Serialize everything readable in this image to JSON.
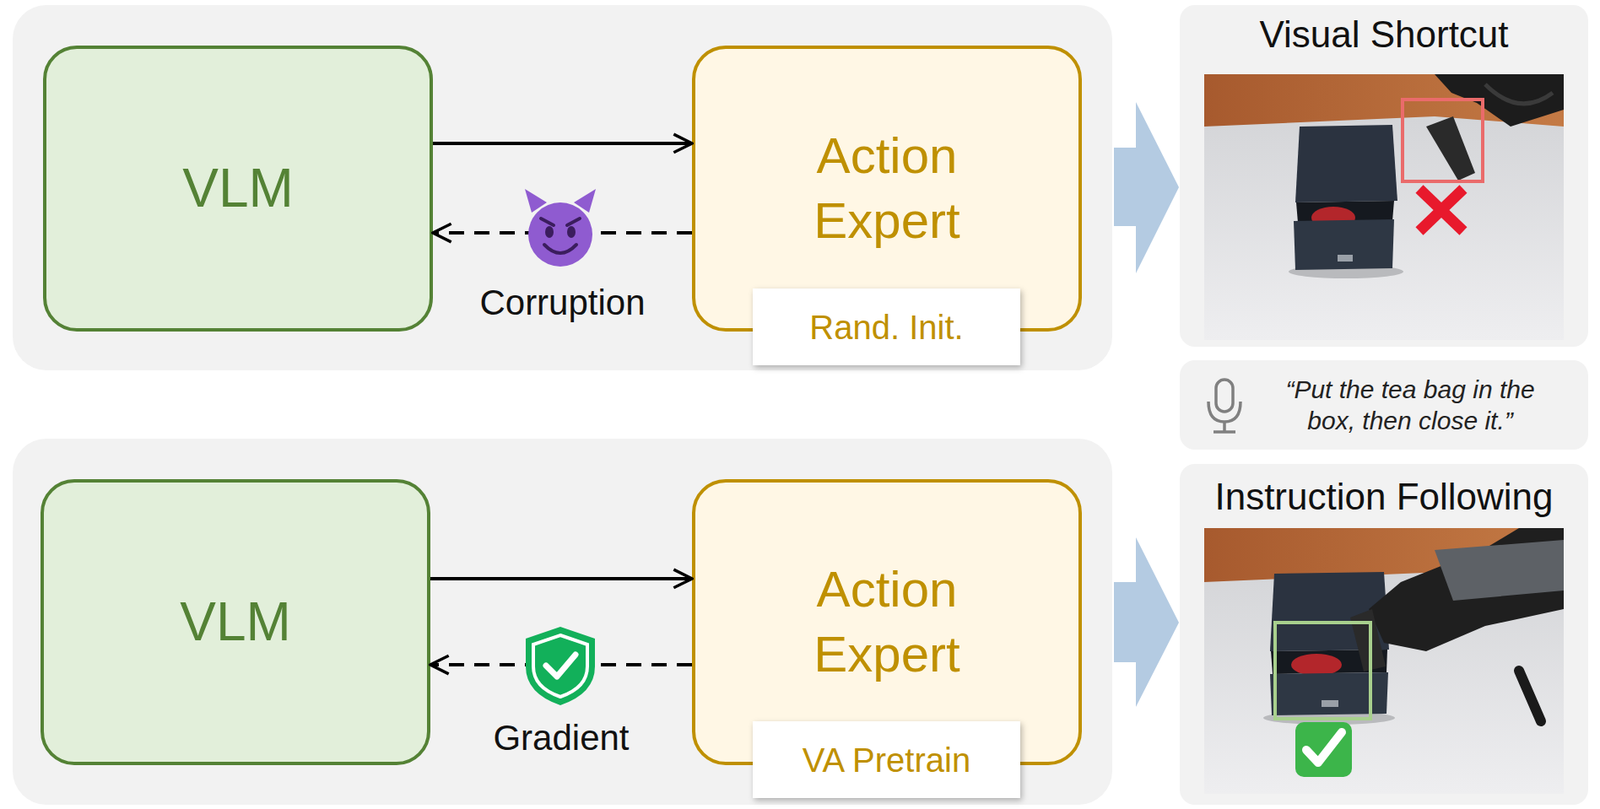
{
  "diagram": {
    "nodes": [
      {
        "text": [
          "VLM"
        ]
      },
      {
        "text": [
          "Action Expert"
        ]
      },
      {
        "text": [
          "Rand. Init."
        ],
        "in": 1
      },
      {
        "text": [
          "Visual Shortcut"
        ]
      },
      {
        "text": [
          "“Put the tea bag in the box, then close it.”"
        ]
      },
      {
        "text": [
          "VLM"
        ]
      },
      {
        "text": [
          "Action Expert"
        ]
      },
      {
        "text": [
          "VA Pretrain"
        ],
        "in": 6
      },
      {
        "text": [
          "Instruction Following"
        ]
      }
    ],
    "edges": [
      {
        "from": 0,
        "to": 1,
        "arrow": "to"
      },
      {
        "from": 1,
        "to": 0,
        "label": "Corruption",
        "arrow": "to"
      },
      {
        "from": 5,
        "to": 6,
        "arrow": "to"
      },
      {
        "from": 6,
        "to": 5,
        "label": "Gradient",
        "arrow": "to"
      }
    ]
  }
}
